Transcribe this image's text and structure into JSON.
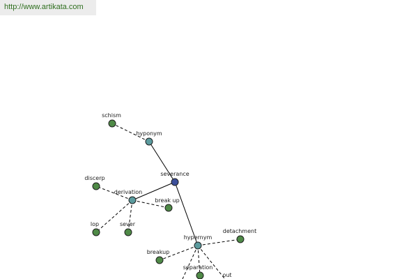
{
  "watermark": {
    "url": "http://www.artikata.com"
  },
  "colors": {
    "root_node": "#3c4f9a",
    "relation_node": "#5b9b9e",
    "leaf_node": "#4f8a47"
  },
  "graph": {
    "nodes": [
      {
        "id": "severance",
        "label": "severance",
        "kind": "root"
      },
      {
        "id": "hyponym",
        "label": "hyponym",
        "kind": "relation"
      },
      {
        "id": "schism",
        "label": "schism",
        "kind": "leaf"
      },
      {
        "id": "derivation",
        "label": "derivation",
        "kind": "relation"
      },
      {
        "id": "discerp",
        "label": "discerp",
        "kind": "leaf"
      },
      {
        "id": "break_up",
        "label": "break up",
        "kind": "leaf"
      },
      {
        "id": "lop",
        "label": "lop",
        "kind": "leaf"
      },
      {
        "id": "sever",
        "label": "sever",
        "kind": "leaf"
      },
      {
        "id": "hypernym",
        "label": "hypernym",
        "kind": "relation"
      },
      {
        "id": "detachment",
        "label": "detachment",
        "kind": "leaf"
      },
      {
        "id": "breakup",
        "label": "breakup",
        "kind": "leaf"
      },
      {
        "id": "separation",
        "label": "separation",
        "kind": "leaf"
      },
      {
        "id": "out",
        "label": "out",
        "kind": "leaf"
      }
    ],
    "edges": [
      {
        "from": "severance",
        "to": "hyponym",
        "style": "solid"
      },
      {
        "from": "severance",
        "to": "derivation",
        "style": "solid"
      },
      {
        "from": "severance",
        "to": "hypernym",
        "style": "solid"
      },
      {
        "from": "hyponym",
        "to": "schism",
        "style": "dashed"
      },
      {
        "from": "derivation",
        "to": "discerp",
        "style": "dashed"
      },
      {
        "from": "derivation",
        "to": "break_up",
        "style": "dashed"
      },
      {
        "from": "derivation",
        "to": "lop",
        "style": "dashed"
      },
      {
        "from": "derivation",
        "to": "sever",
        "style": "dashed"
      },
      {
        "from": "hypernym",
        "to": "detachment",
        "style": "dashed"
      },
      {
        "from": "hypernym",
        "to": "breakup",
        "style": "dashed"
      },
      {
        "from": "hypernym",
        "to": "separation",
        "style": "dashed"
      },
      {
        "from": "hypernym",
        "to": "out",
        "style": "dashed"
      },
      {
        "from": "hypernym",
        "to": "offscreen",
        "style": "dashed"
      }
    ]
  }
}
